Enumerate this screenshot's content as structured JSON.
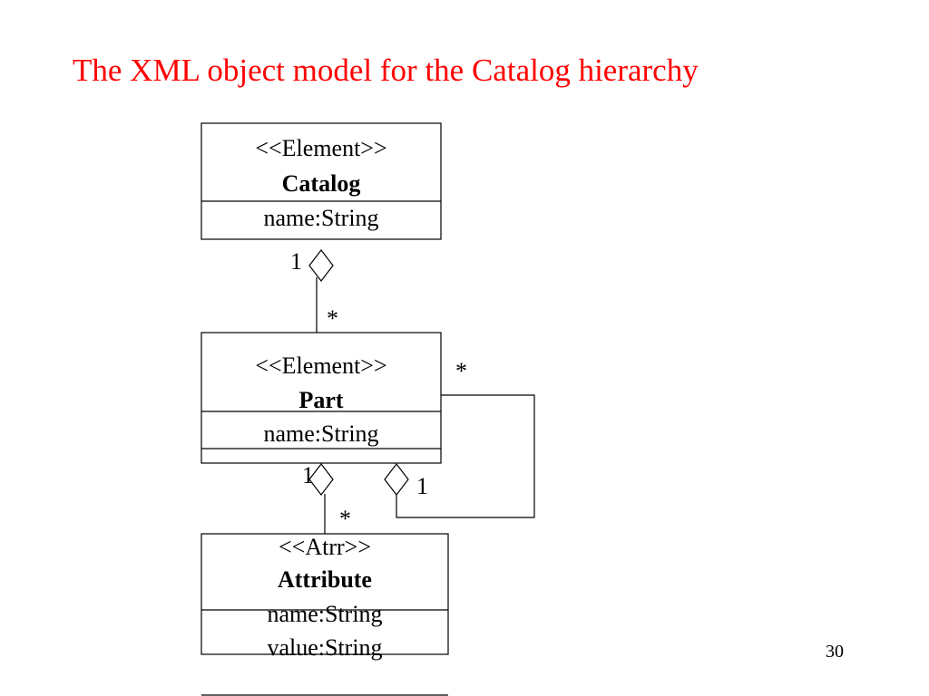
{
  "slide": {
    "title": "The XML object model for the Catalog hierarchy",
    "title_color": "#ff0000",
    "page_number": "30"
  },
  "diagram": {
    "classes": [
      {
        "id": "catalog",
        "stereotype": "<<Element>>",
        "name": "Catalog",
        "attributes": [
          "name:String"
        ]
      },
      {
        "id": "part",
        "stereotype": "<<Element>>",
        "name": "Part",
        "attributes": [
          "name:String"
        ]
      },
      {
        "id": "attribute",
        "stereotype": "<<Atrr>>",
        "name": "Attribute",
        "attributes": [
          "name:String",
          "value:String"
        ]
      }
    ],
    "associations": [
      {
        "from": "Catalog",
        "to": "Part",
        "type": "aggregation",
        "whole_multiplicity": "1",
        "part_multiplicity": "*"
      },
      {
        "from": "Part",
        "to": "Attribute",
        "type": "aggregation",
        "whole_multiplicity": "1",
        "part_multiplicity": "*"
      },
      {
        "from": "Part",
        "to": "Part",
        "type": "aggregation",
        "whole_multiplicity": "1",
        "part_multiplicity": "*"
      }
    ],
    "line_color": "#000000"
  }
}
